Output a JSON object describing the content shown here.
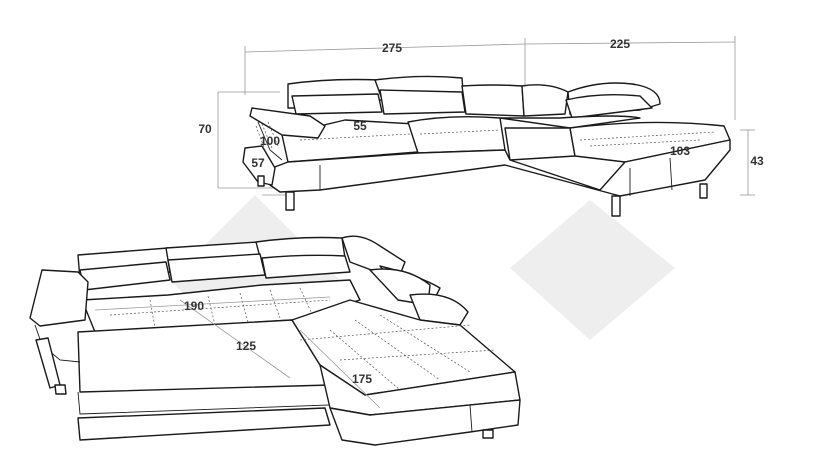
{
  "dimensions": {
    "top_width_left": "275",
    "top_width_right": "225",
    "height_back": "70",
    "armrest_height": "100",
    "seat_depth_top": "55",
    "seat_height": "57",
    "chaise_depth": "103",
    "right_height": "43",
    "bed_width": "190",
    "bed_length": "125",
    "chaise_length": "175"
  },
  "colors": {
    "outline": "#1a1a1a",
    "dimension_line": "#9a9a9a",
    "watermark": "#eeeeee",
    "label": "#333333"
  }
}
